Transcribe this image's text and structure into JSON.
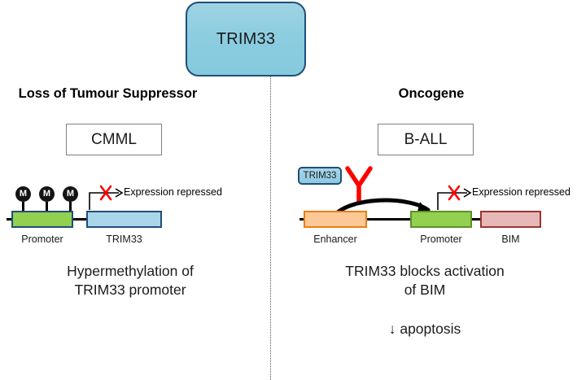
{
  "figure": {
    "central_node": {
      "label": "TRIM33"
    },
    "divider": {
      "style": "dotted-vertical"
    }
  },
  "left_panel": {
    "heading": "Loss of Tumour Suppressor",
    "disease_box": "CMML",
    "gene_track": {
      "features": [
        {
          "name": "Promoter",
          "caption": "Promoter",
          "fill": "#92d050",
          "stroke": "#1f4e79"
        },
        {
          "name": "TRIM33",
          "caption": "TRIM33",
          "fill": "#a9d6ea",
          "stroke": "#1f4e79"
        }
      ],
      "methylation_marks": [
        "M",
        "M",
        "M"
      ]
    },
    "expression_annotation": {
      "text": "Expression repressed",
      "blocked_marker": "X",
      "blocked_marker_color": "#ff0000"
    },
    "caption_line1": "Hypermethylation of",
    "caption_line2": "TRIM33 promoter"
  },
  "right_panel": {
    "heading": "Oncogene",
    "disease_box": "B-ALL",
    "protein_chip": {
      "label": "TRIM33"
    },
    "inhibition_marker": {
      "shape": "tee-bar",
      "color": "#ff0000"
    },
    "looping_arrow": {
      "from": "Enhancer",
      "to": "Promoter",
      "color": "#000000"
    },
    "gene_track": {
      "features": [
        {
          "name": "Enhancer",
          "caption": "Enhancer",
          "fill": "#fbc896",
          "stroke": "#ed7d14"
        },
        {
          "name": "Promoter",
          "caption": "Promoter",
          "fill": "#92d050",
          "stroke": "#5f8f28"
        },
        {
          "name": "BIM",
          "caption": "BIM",
          "fill": "#e6b9b8",
          "stroke": "#963634"
        }
      ]
    },
    "expression_annotation": {
      "text": "Expression repressed",
      "blocked_marker": "X",
      "blocked_marker_color": "#ff0000"
    },
    "caption_line1": "TRIM33 blocks activation",
    "caption_line2": "of BIM",
    "apoptosis": "↓ apoptosis"
  },
  "colors": {
    "node_fill": "#8ccde0",
    "node_stroke": "#1f4e79",
    "promoter_green": "#92d050",
    "trim33_blue": "#a9d6ea",
    "enhancer_orange": "#fbc896",
    "enhancer_stroke": "#ed7d14",
    "bim_rose": "#e6b9b8",
    "bim_stroke": "#963634",
    "repress_red": "#ff0000",
    "divider_grey": "#555555"
  }
}
